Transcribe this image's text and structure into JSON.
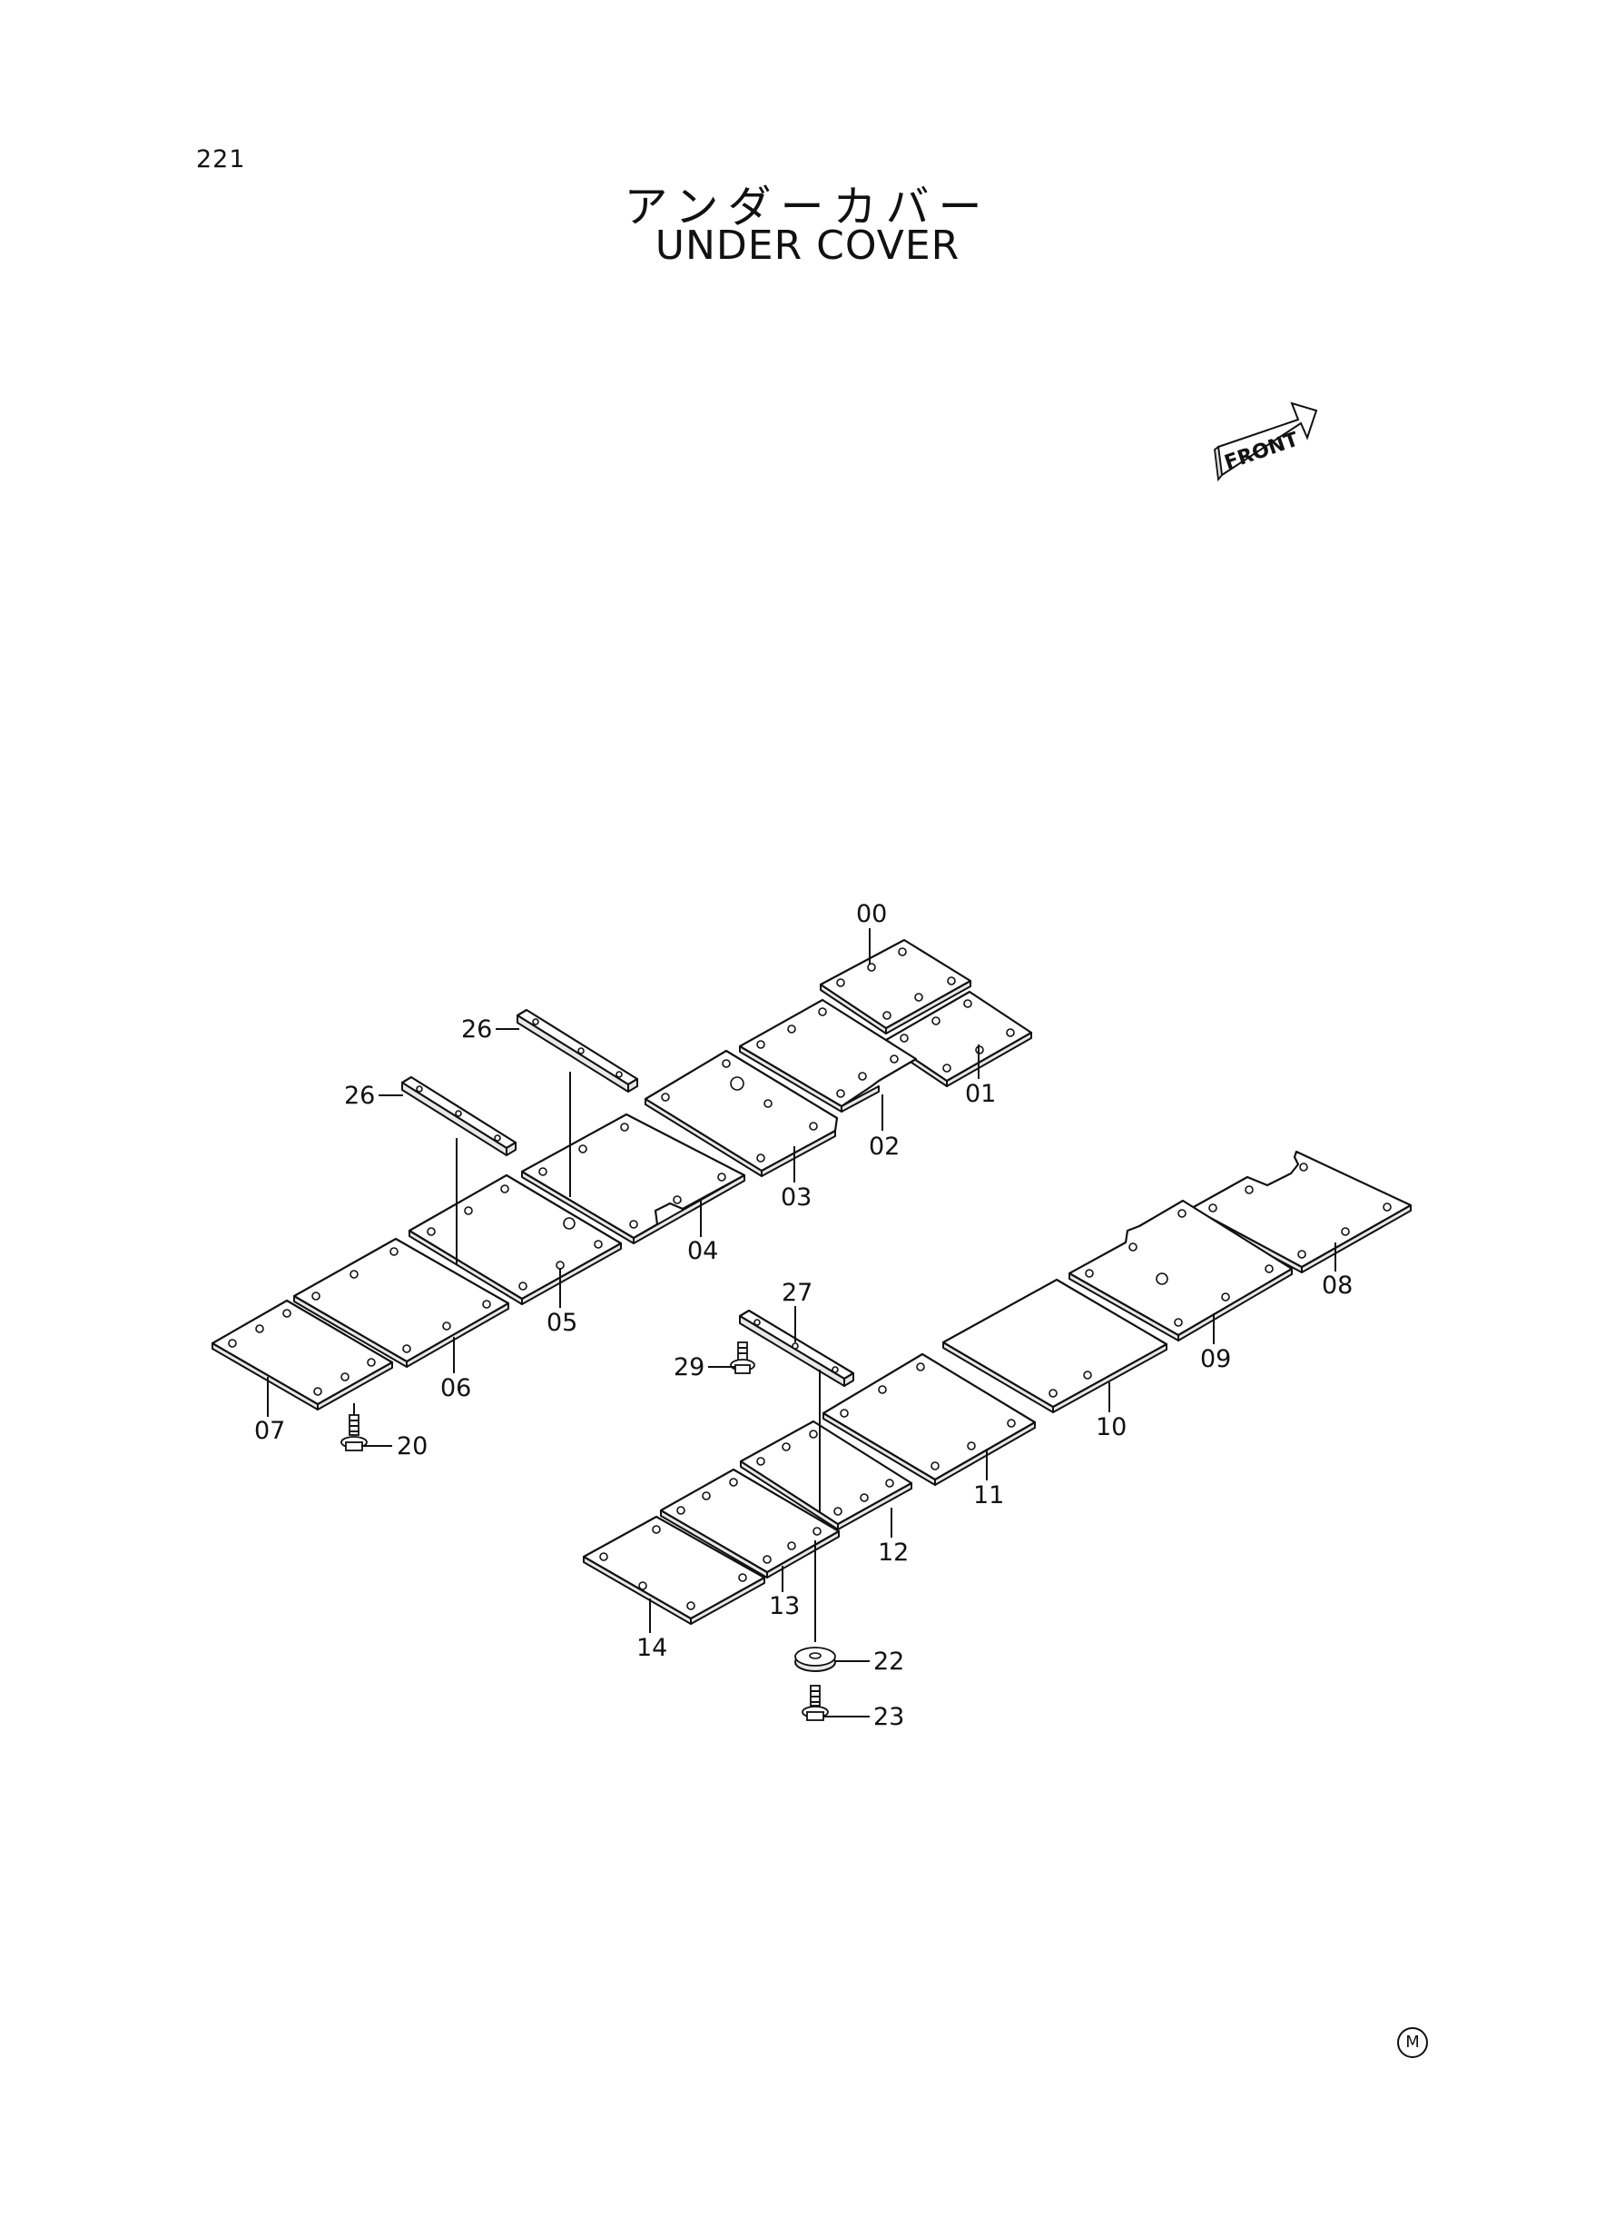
{
  "page_number": "221",
  "title_jp": "アンダーカバー",
  "title_en": "UNDER COVER",
  "front_label": "FRONT",
  "mark": "M",
  "callouts": {
    "p00": "00",
    "p01": "01",
    "p02": "02",
    "p03": "03",
    "p04": "04",
    "p05": "05",
    "p06": "06",
    "p07": "07",
    "p08": "08",
    "p09": "09",
    "p10": "10",
    "p11": "11",
    "p12": "12",
    "p13": "13",
    "p14": "14",
    "p20": "20",
    "p22": "22",
    "p23": "23",
    "p26a": "26",
    "p26b": "26",
    "p27": "27",
    "p29": "29"
  }
}
